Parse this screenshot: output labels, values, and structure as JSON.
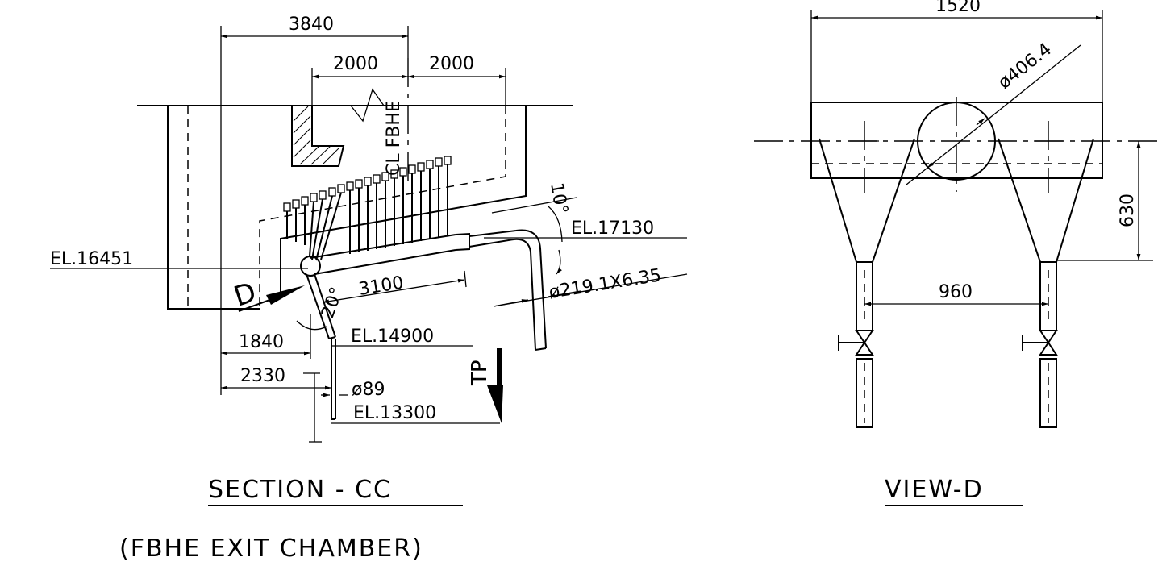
{
  "section": {
    "title": "SECTION - CC",
    "subtitle": "(FBHE EXIT CHAMBER)",
    "centerline_label": "CL FBHE",
    "view_marker": "D",
    "tp_label": "TP",
    "dims": {
      "d3840": "3840",
      "d2000a": "2000",
      "d2000b": "2000",
      "d3100": "3100",
      "d1840": "1840",
      "d2330": "2330",
      "pipe_dia": "ø219.1X6.35",
      "small_dia": "ø89",
      "angle10": "10°",
      "angle20": "20°"
    },
    "elevations": {
      "el17130": "EL.17130",
      "el16451": "EL.16451",
      "el14900": "EL.14900",
      "el13300": "EL.13300"
    }
  },
  "view_d": {
    "title": "VIEW-D",
    "dims": {
      "d1520": "1520",
      "d406": "ø406.4",
      "d630": "630",
      "d960": "960"
    }
  }
}
